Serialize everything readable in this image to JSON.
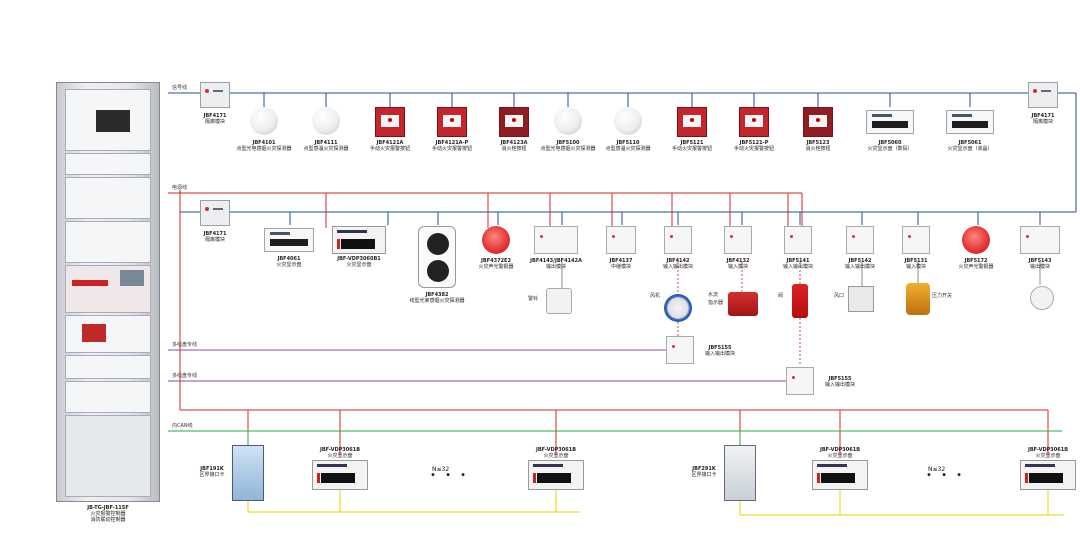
{
  "wire_labels": {
    "signal_bus": "信号线",
    "power_bus": "电源线",
    "multi_line_1": "多线盘专线",
    "multi_line_2": "多线盘专线",
    "can_bus": "内CAN线"
  },
  "cabinet": {
    "code": "JB-TG-JBF-11SF",
    "name1": "火灾报警控制器",
    "name2": "消防联动控制器"
  },
  "top_row": [
    {
      "code": "JBF4171",
      "name": "隔离模块"
    },
    {
      "code": "JBF4101",
      "name": "点型光电感烟火灾探测器"
    },
    {
      "code": "JBF4111",
      "name": "点型感温火灾探测器"
    },
    {
      "code": "JBF4121A",
      "name": "手动火灾报警按钮"
    },
    {
      "code": "JBF4121A-P",
      "name": "手动火灾报警按钮"
    },
    {
      "code": "JBF4123A",
      "name": "消火栓按钮"
    },
    {
      "code": "JBF5100",
      "name": "点型光电感烟火灾探测器"
    },
    {
      "code": "JBF5110",
      "name": "点型感温火灾探测器"
    },
    {
      "code": "JBF5121",
      "name": "手动火灾报警按钮"
    },
    {
      "code": "JBF5121-P",
      "name": "手动火灾报警按钮"
    },
    {
      "code": "JBF5123",
      "name": "消火栓按钮"
    },
    {
      "code": "JBF5060",
      "name": "火灾显示盘（数码）"
    },
    {
      "code": "JBF5061",
      "name": "火灾显示盘（液晶）"
    },
    {
      "code": "JBF4171",
      "name": "隔离模块"
    }
  ],
  "mid_row": [
    {
      "code": "JBF4171",
      "name": "隔离模块"
    },
    {
      "code": "JBF4061",
      "name": "火灾显示盘"
    },
    {
      "code": "JBF-VDP3060B1",
      "name": "火灾显示盘"
    },
    {
      "code": "JBF4382",
      "name": "线型光束感烟火灾探测器"
    },
    {
      "code": "JBF4372E2",
      "name": "火灾声光警报器"
    },
    {
      "code": "JBF4143/JBF4142A",
      "name": "输出模块"
    },
    {
      "code": "JBF4137",
      "name": "中继模块"
    },
    {
      "code": "JBF4142",
      "name": "输入输出模块"
    },
    {
      "code": "JBF4132",
      "name": "输入模块"
    },
    {
      "code": "JBF5141",
      "name": "输入输出模块"
    },
    {
      "code": "JBF5142",
      "name": "输入输出模块"
    },
    {
      "code": "JBF5131",
      "name": "输入模块"
    },
    {
      "code": "JBF5172",
      "name": "火灾声光警报器"
    },
    {
      "code": "JBF5143",
      "name": "输出模块"
    }
  ],
  "field_devices": {
    "bell": "警铃",
    "fan": "风机",
    "flow_indicator_1": "水流",
    "flow_indicator_2": "指示器",
    "valve": "阀",
    "vent": "风口",
    "pressure_switch": "压力开关"
  },
  "multi_modules": [
    {
      "code": "JBF5155",
      "name": "输入输出模块"
    },
    {
      "code": "JBF5155",
      "name": "输入输出模块"
    }
  ],
  "bottom_row": {
    "gateway1": {
      "code": "JBF191K",
      "name": "区界接口卡"
    },
    "disp1": {
      "code": "JBF-VDP3061B",
      "name": "火灾显示盘"
    },
    "disp2": {
      "code": "JBF-VDP3061B",
      "name": "火灾显示盘"
    },
    "gateway2": {
      "code": "JBF291K",
      "name": "区界接口卡"
    },
    "disp3": {
      "code": "JBF-VDP3061B",
      "name": "火灾显示盘"
    },
    "disp4": {
      "code": "JBF-VDP3061B",
      "name": "火灾显示盘"
    },
    "ellipsis": "• • •",
    "count_note": "N≤32"
  },
  "colors": {
    "signal_bus": "#1f4e9c",
    "power_bus": "#d02828",
    "multi_line": "#8a4aa0",
    "can_bus": "#2aa84a",
    "yellow_bus": "#e8d000"
  }
}
